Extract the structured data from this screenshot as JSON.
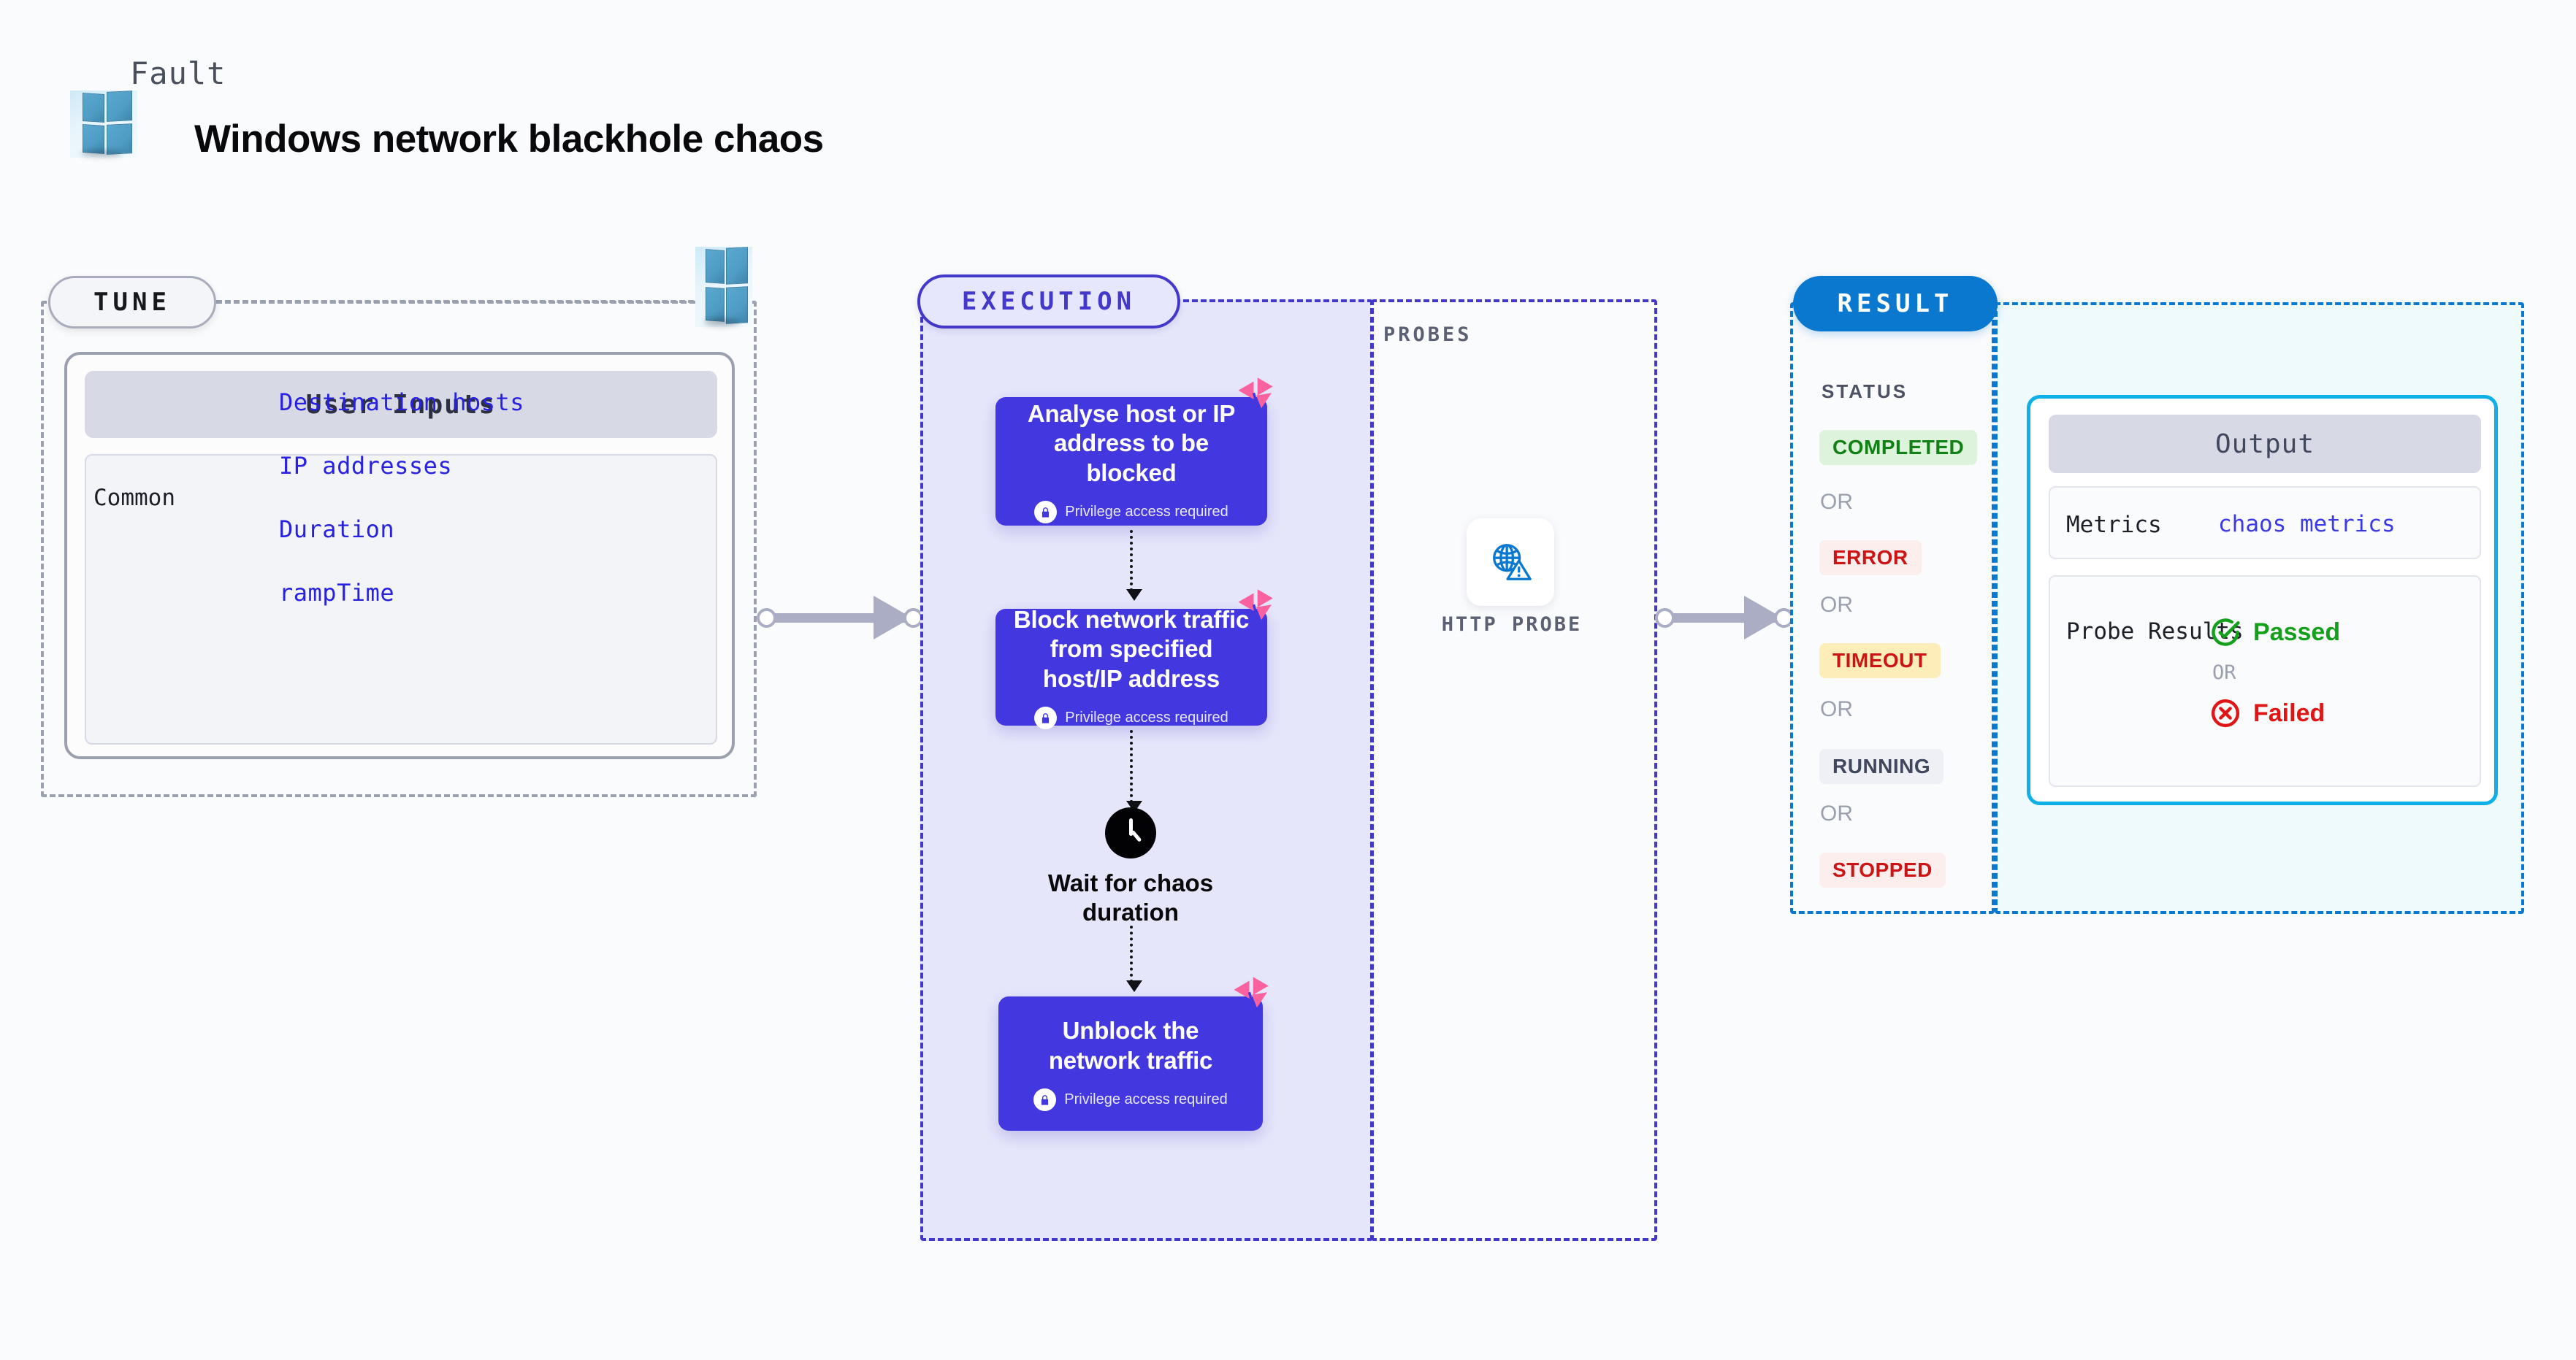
{
  "header": {
    "kicker": "Fault",
    "title": "Windows network blackhole chaos",
    "logo_icon": "windows-logo-icon"
  },
  "tune": {
    "chip_label": "TUNE",
    "platform_icon": "windows-logo-icon",
    "user_inputs": {
      "header": "User Inputs",
      "group_label": "Common",
      "params": [
        "Destination hosts",
        "IP addresses",
        "Duration",
        "rampTime"
      ]
    }
  },
  "execution": {
    "chip_label": "EXECUTION",
    "privilege_note": "Privilege access required",
    "blocks": [
      {
        "title": "Analyse host or IP address to be blocked",
        "privileged": true,
        "badge_icon": "litmus-logo-icon"
      },
      {
        "title": "Block network traffic from specified host/IP address",
        "privileged": true,
        "badge_icon": "litmus-logo-icon"
      },
      {
        "title": "Unblock the network traffic",
        "privileged": true,
        "badge_icon": "litmus-logo-icon"
      }
    ],
    "wait_step": {
      "icon": "clock-icon",
      "label": "Wait for chaos duration"
    }
  },
  "probes": {
    "section_label": "PROBES",
    "items": [
      {
        "label": "HTTP PROBE",
        "icon": "globe-warning-icon"
      }
    ]
  },
  "result": {
    "chip_label": "RESULT",
    "status_label": "STATUS",
    "or_label": "OR",
    "statuses": [
      {
        "label": "COMPLETED",
        "bg": "#ddf3dc",
        "fg": "#118015"
      },
      {
        "label": "ERROR",
        "bg": "#fdeeee",
        "fg": "#cc1414"
      },
      {
        "label": "TIMEOUT",
        "bg": "#fdedb9",
        "fg": "#cc1414"
      },
      {
        "label": "RUNNING",
        "bg": "#eef0f5",
        "fg": "#41475c"
      },
      {
        "label": "STOPPED",
        "bg": "#fdeeee",
        "fg": "#cc1414"
      }
    ]
  },
  "output": {
    "header": "Output",
    "metrics_key": "Metrics",
    "metrics_value": "chaos metrics",
    "probe_results_key": "Probe Results",
    "or_label": "OR",
    "passed_label": "Passed",
    "failed_label": "Failed",
    "passed_icon": "check-circle-icon",
    "failed_icon": "x-circle-icon"
  },
  "colors": {
    "execution_accent": "#4338ca",
    "execution_block": "#4338e0",
    "result_accent": "#0b78d0",
    "output_accent": "#0fb0e8",
    "litmus_pink": "#f9629f",
    "param_blue": "#2822e0",
    "connector_gray": "#aaadc3"
  }
}
